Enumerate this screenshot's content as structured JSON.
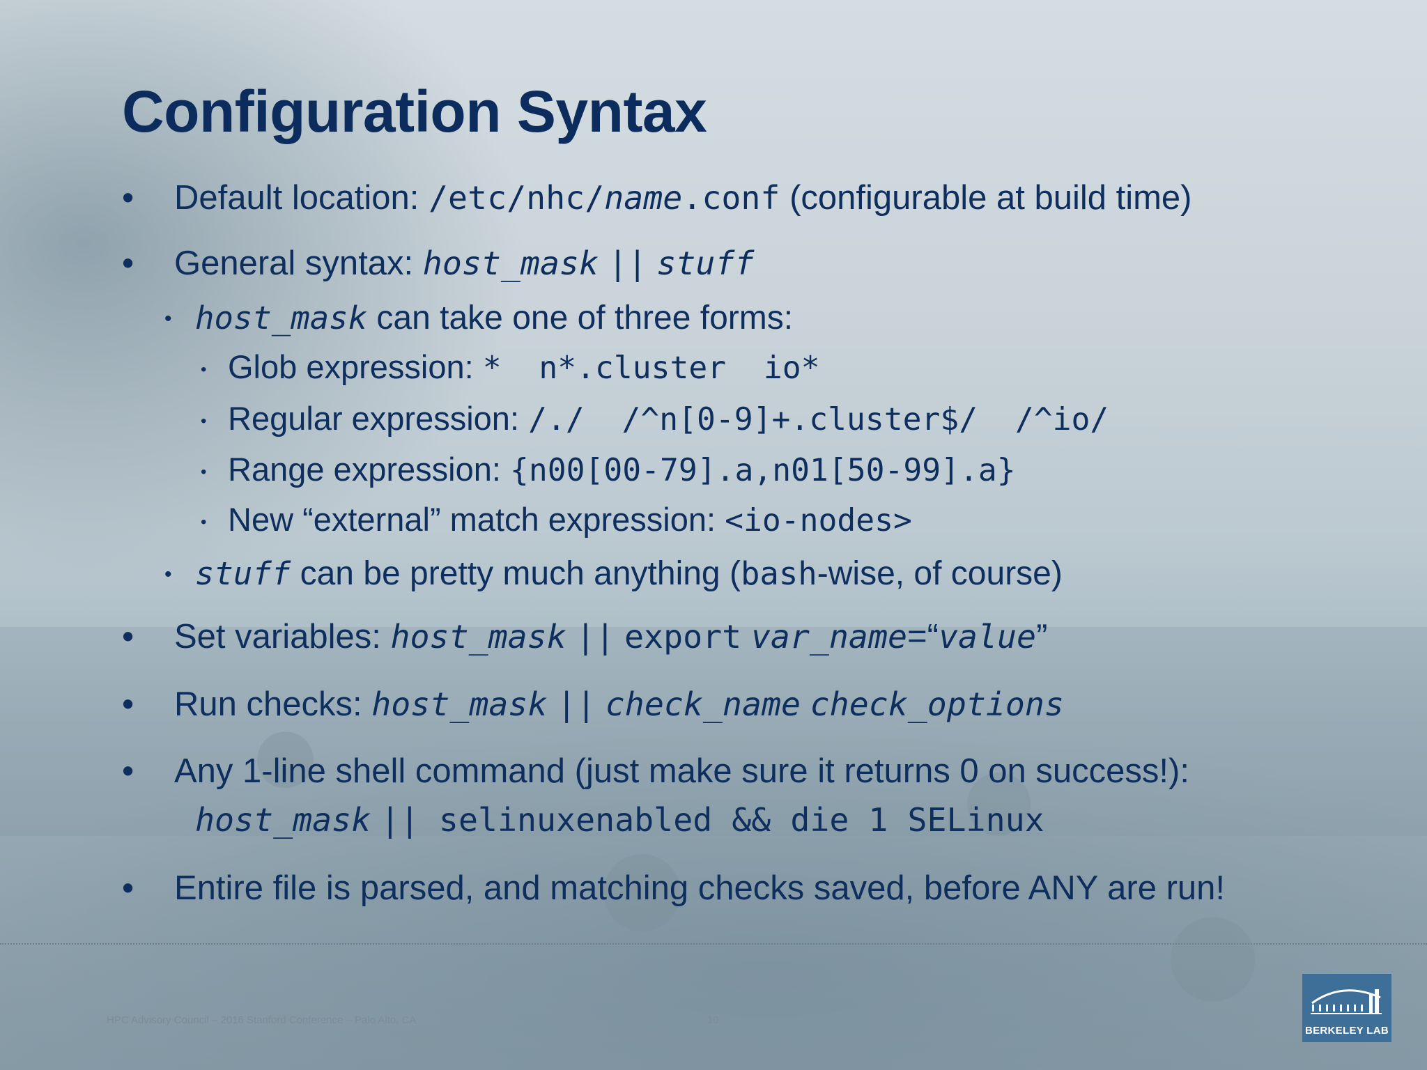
{
  "slide": {
    "title": "Configuration Syntax",
    "bullets": {
      "default_location": {
        "label": "Default location:",
        "path_prefix": "/etc/nhc/",
        "path_var": "name",
        "path_suffix": ".conf",
        "note": "(configurable at build time)"
      },
      "general_syntax": {
        "label": "General syntax:",
        "host_mask": "host_mask",
        "separator": "||",
        "stuff": "stuff"
      },
      "host_mask_forms": {
        "term": "host_mask",
        "text": "can take one of three forms:"
      },
      "glob": {
        "label": "Glob expression:",
        "code": "*  n*.cluster  io*"
      },
      "regex": {
        "label": "Regular expression:",
        "code": "/./  /^n[0-9]+.cluster$/  /^io/"
      },
      "range": {
        "label": "Range expression:",
        "code": "{n00[00-79].a,n01[50-99].a}"
      },
      "external": {
        "label": "New “external” match expression:",
        "code": "<io-nodes>"
      },
      "stuff_line": {
        "term": "stuff",
        "text_before": "can be pretty much anything (",
        "code": "bash",
        "text_after": "-wise, of course)"
      },
      "set_variables": {
        "label": "Set variables:",
        "host_mask": "host_mask",
        "separator": "||",
        "keyword": "export",
        "var": "var_name",
        "eq_open": "=“",
        "value": "value",
        "close": "”"
      },
      "run_checks": {
        "label": "Run checks:",
        "host_mask": "host_mask",
        "separator": "||",
        "check_name": "check_name",
        "check_options": "check_options"
      },
      "shell_command": {
        "label": "Any 1-line shell command (just make sure it returns 0 on success!):",
        "host_mask": "host_mask",
        "code": "|| selinuxenabled && die 1 SELinux"
      },
      "parsed": {
        "text": "Entire file is parsed, and matching checks saved, before ANY are run!"
      }
    },
    "markers": {
      "main": "•",
      "sub": "•"
    }
  },
  "footer": {
    "conference": "HPC Advisory Council – 2016 Stanford Conference – Palo Alto, CA",
    "page_number": "10",
    "logo_text": "BERKELEY LAB"
  }
}
